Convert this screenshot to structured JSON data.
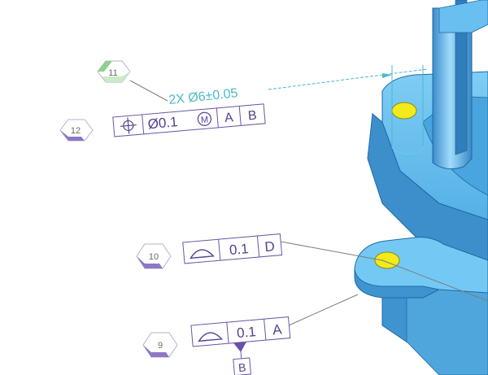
{
  "colors": {
    "background": "#ffffff",
    "part_fill": "#5db9ec",
    "part_light": "#8ad4f7",
    "part_dark": "#2f86c2",
    "part_edge": "#1e6aa3",
    "hole_yellow": "#f2ea1a",
    "fcf_stroke": "#6b56a6",
    "fcf_text": "#55418f",
    "leader": "#7d7d7d",
    "dimension": "#4bb9c9",
    "balloon_stroke": "#b7b0cf",
    "balloon_tip_purple": "#8e77c4",
    "balloon_tip_green": "#8ed08a",
    "balloon_text": "#6a6a6a",
    "datum_flag": "#6a4fa8"
  },
  "balloons": [
    {
      "id": "11",
      "label": "11",
      "tip": "green"
    },
    {
      "id": "12",
      "label": "12",
      "tip": "purple"
    },
    {
      "id": "10",
      "label": "10",
      "tip": "purple"
    },
    {
      "id": "9",
      "label": "9",
      "tip": "purple"
    }
  ],
  "dimension": {
    "text": "2X Ø6±0.05"
  },
  "fcf_position": {
    "symbol_icon": "position-icon",
    "tolerance": "Ø0.1",
    "modifier": "M",
    "modifier_icon": "max-material-condition-icon",
    "datums": [
      "A",
      "B"
    ]
  },
  "fcf_profile_10": {
    "symbol_icon": "profile-of-surface-icon",
    "tolerance": "0.1",
    "datums": [
      "D"
    ]
  },
  "fcf_profile_9": {
    "symbol_icon": "profile-of-surface-icon",
    "tolerance": "0.1",
    "datums": [
      "A"
    ],
    "datum_feature_icon": "datum-triangle-icon",
    "datum_feature_label": "B"
  }
}
